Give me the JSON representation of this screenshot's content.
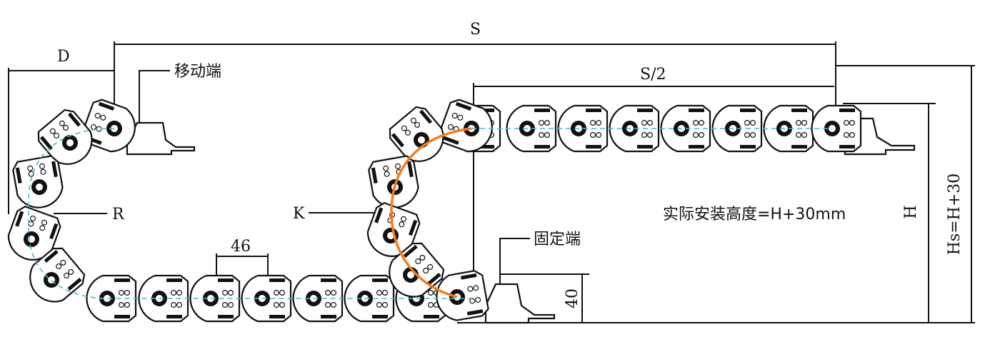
{
  "labels": {
    "travel": "S",
    "half_travel": "S/2",
    "bracket_offset": "D",
    "bend_radius": "R",
    "bend_outer": "K",
    "pitch": "46",
    "link_height": "40",
    "height": "H",
    "total_height": "Hs=H+30",
    "moving_end": "移动端",
    "fixed_end": "固定端",
    "install_note": "实际安装高度=H+30mm"
  },
  "colors": {
    "line": "#111111",
    "center_line": "#4fb8c8",
    "radius_arc": "#f07d22"
  }
}
